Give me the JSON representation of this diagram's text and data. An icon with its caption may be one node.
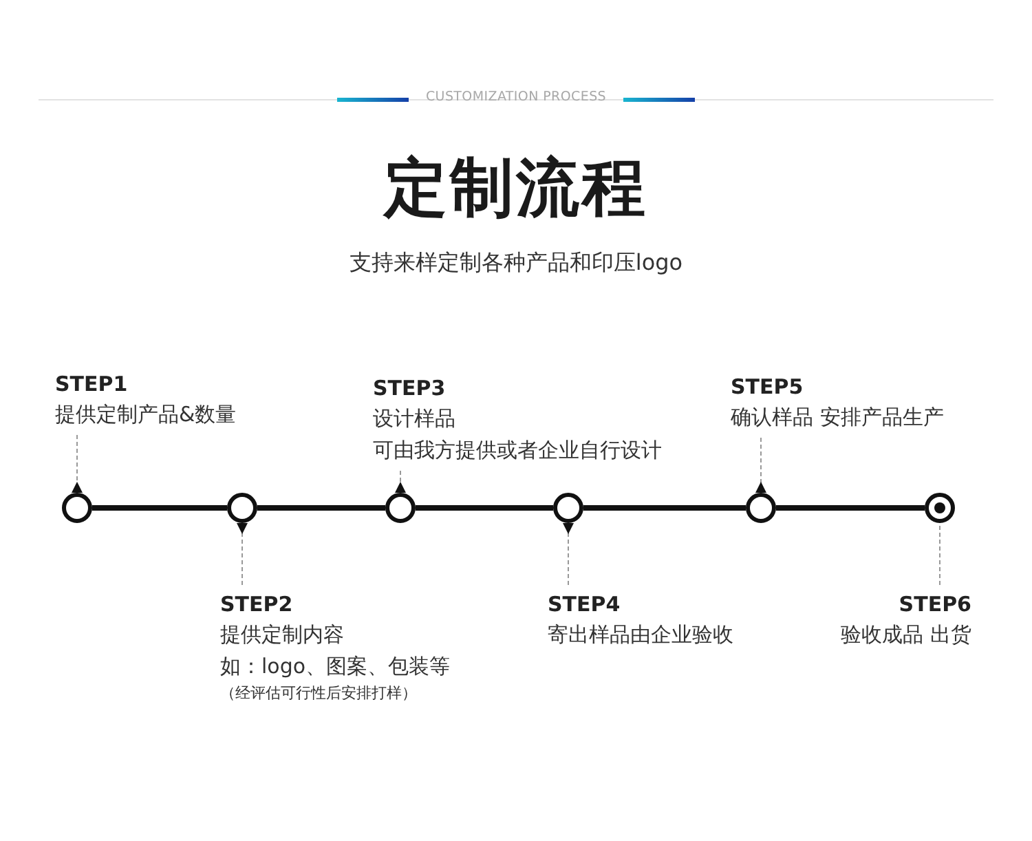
{
  "diagram": {
    "title": "定制流程",
    "nodes": [
      {
        "text": [],
        "shape": "circle"
      },
      {
        "text": [],
        "shape": "circle"
      },
      {
        "text": [],
        "shape": "circle"
      },
      {
        "text": [],
        "shape": "circle"
      },
      {
        "text": [],
        "shape": "circle"
      },
      {
        "text": [],
        "shape": "circle"
      },
      {
        "text": [
          "STEP1",
          "提供定制产品&数量"
        ]
      },
      {
        "text": [
          "STEP2",
          "提供定制内容",
          "如：logo、图案、包装等",
          "（经评估可行性后安排打样）"
        ]
      },
      {
        "text": [
          "STEP3",
          "设计样品",
          "可由我方提供或者企业自行设计"
        ]
      },
      {
        "text": [
          "STEP4",
          "寄出样品由企业验收"
        ]
      },
      {
        "text": [
          "STEP5",
          "确认样品 安排产品生产"
        ]
      },
      {
        "text": [
          "STEP6",
          "验收成品 出货"
        ]
      }
    ],
    "edges": [
      {
        "from": 0,
        "to": 1,
        "arrow": "none",
        "style": "thick",
        "color": "#111111"
      },
      {
        "from": 1,
        "to": 2,
        "arrow": "none",
        "style": "thick",
        "color": "#111111"
      },
      {
        "from": 2,
        "to": 3,
        "arrow": "none",
        "style": "thick",
        "color": "#111111"
      },
      {
        "from": 3,
        "to": 4,
        "arrow": "none",
        "style": "thick",
        "color": "#111111"
      },
      {
        "from": 4,
        "to": 5,
        "arrow": "none",
        "style": "thick",
        "color": "#111111"
      },
      {
        "from": 6,
        "to": 0,
        "arrow": "other",
        "style": "dashed"
      },
      {
        "from": 7,
        "to": 1,
        "arrow": "other",
        "style": "dashed"
      },
      {
        "from": 8,
        "to": 2,
        "arrow": "other",
        "style": "dashed"
      },
      {
        "from": 9,
        "to": 3,
        "arrow": "other",
        "style": "dashed"
      },
      {
        "from": 10,
        "to": 4,
        "arrow": "other",
        "style": "dashed"
      },
      {
        "from": 11,
        "to": 5,
        "arrow": "none",
        "style": "dashed"
      }
    ],
    "labels": [
      "CUSTOMIZATION PROCESS",
      "支持来样定制各种产品和印压logo"
    ]
  }
}
